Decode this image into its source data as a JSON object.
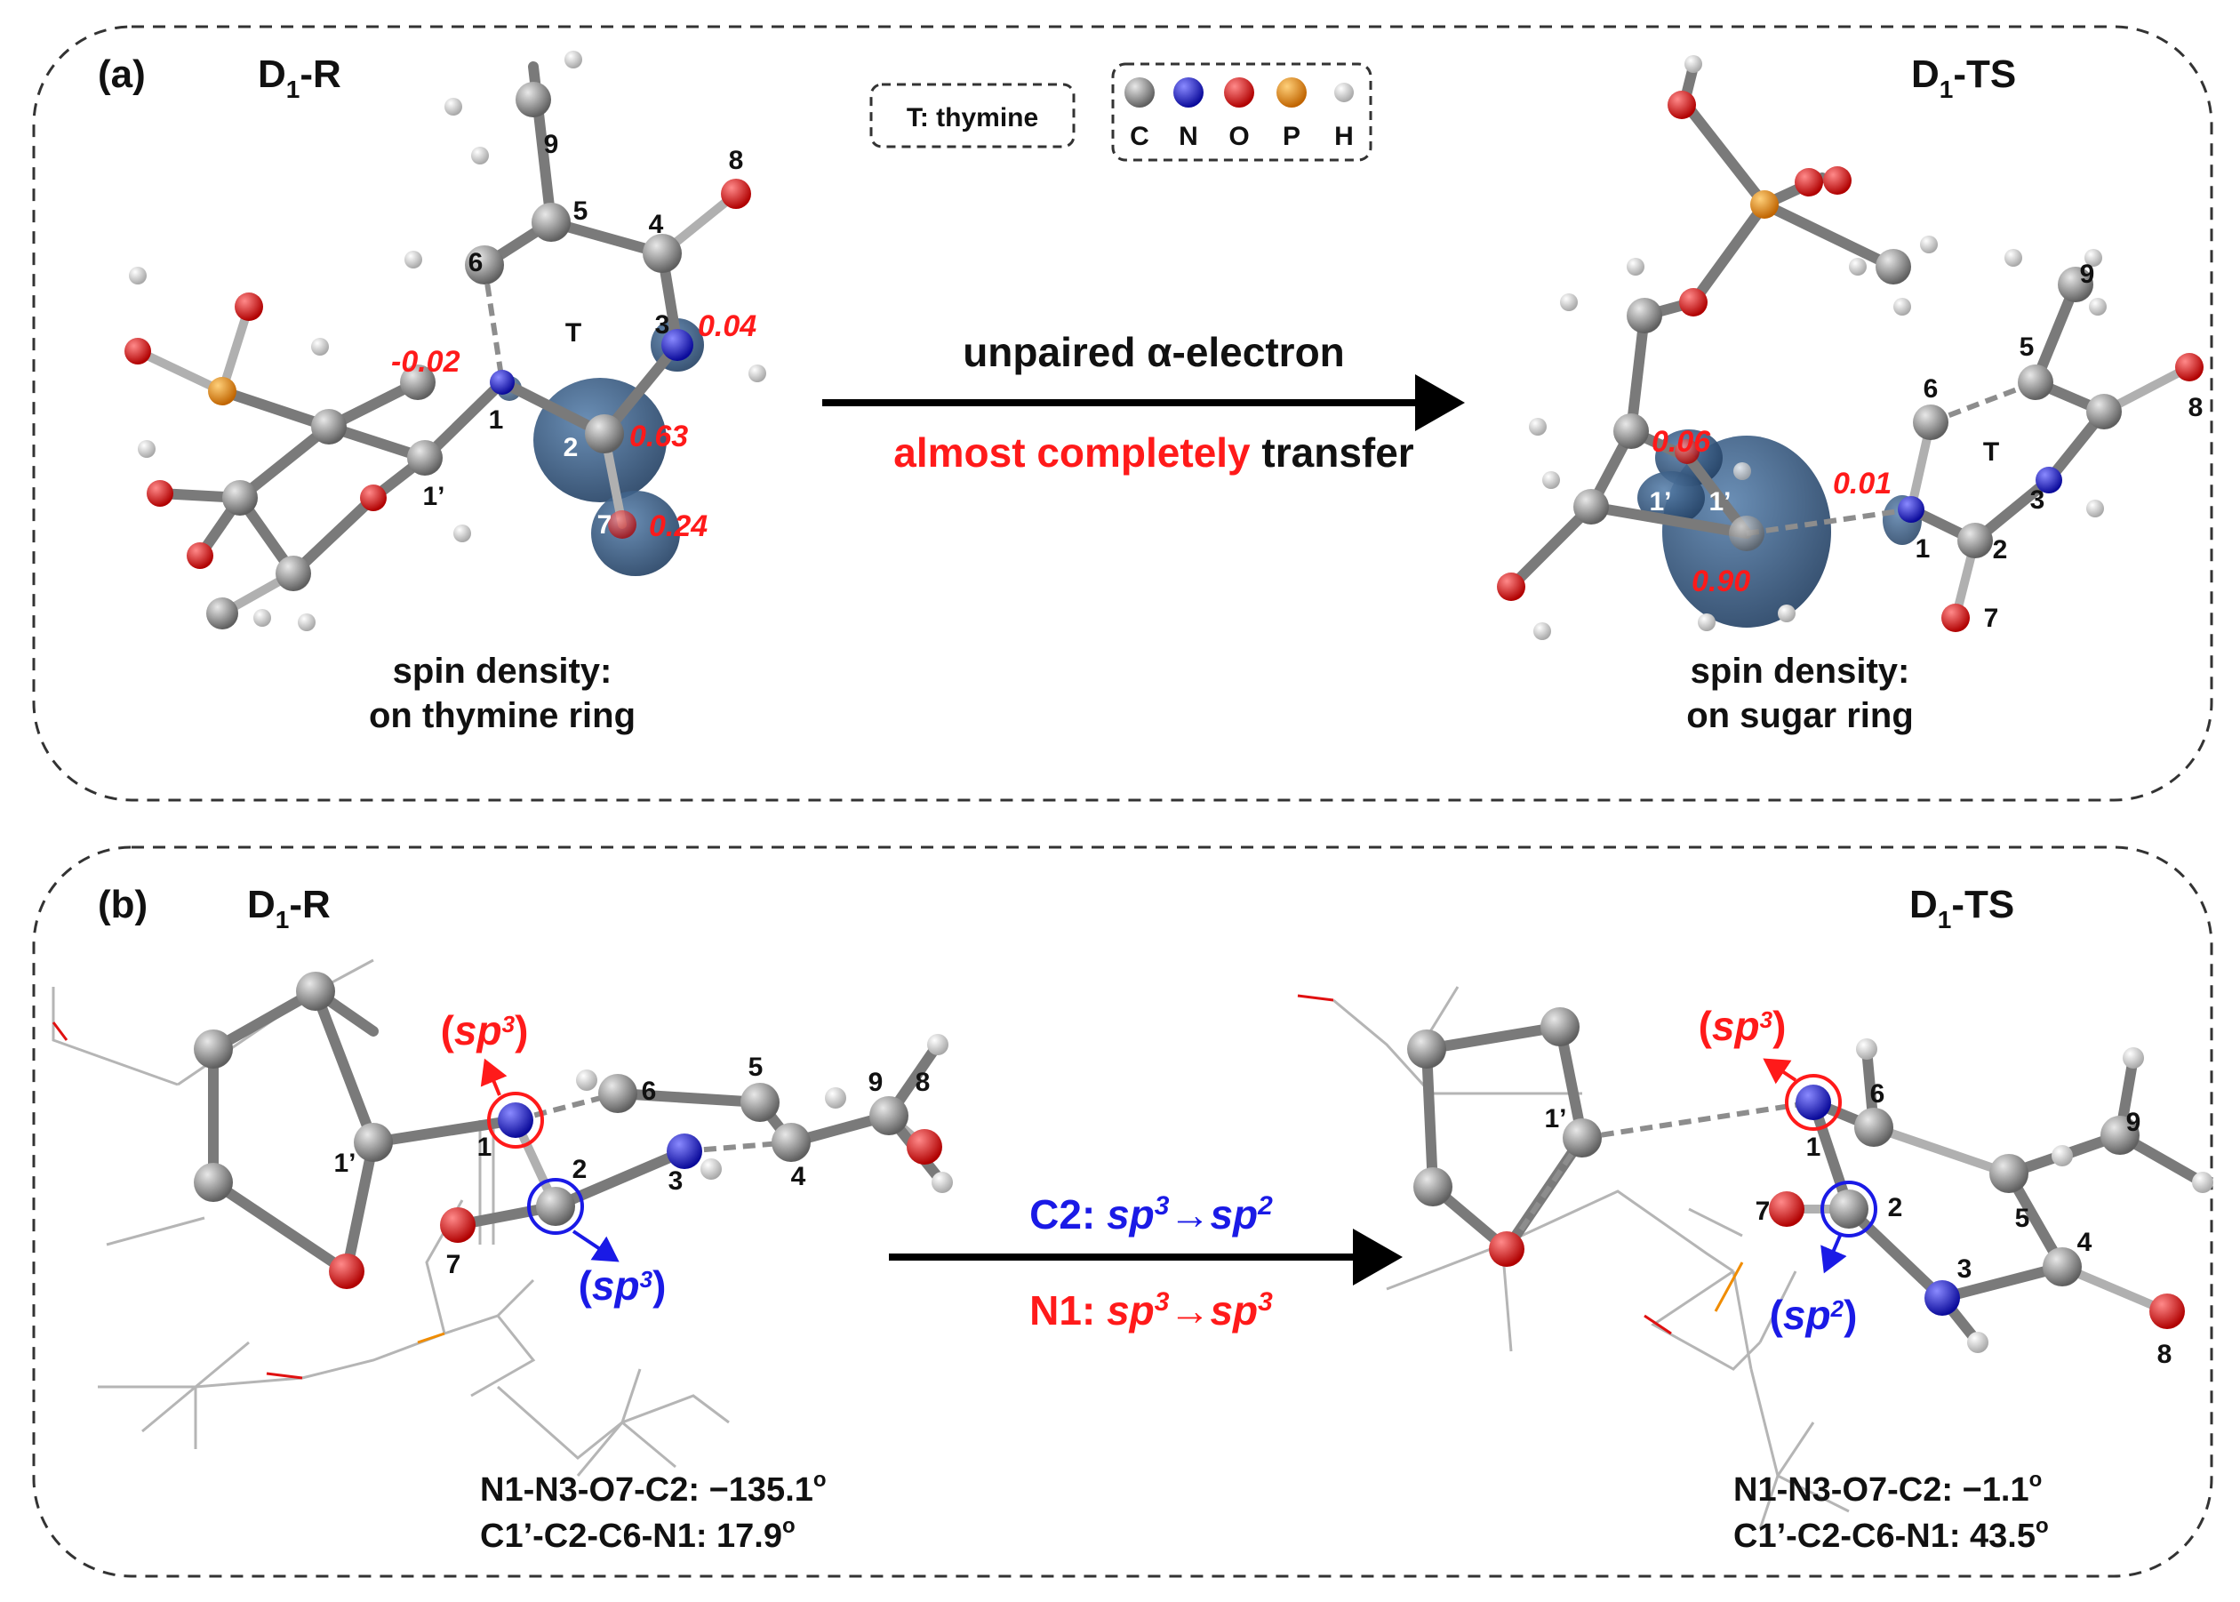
{
  "colors": {
    "C": "#8c8c8c",
    "N": "#1a1ad6",
    "O": "#e01010",
    "P": "#f08c00",
    "H": "#e6e6e6",
    "spin": "#2f5680",
    "red_text": "#ff1a1a",
    "blue_text": "#1a1ae6"
  },
  "panel_a": {
    "tag": "(a)",
    "reactant_label": "D",
    "reactant_sub": "1",
    "reactant_suffix": "-R",
    "ts_label": "D",
    "ts_sub": "1",
    "ts_suffix": "-TS",
    "legend_thymine": "T: thymine",
    "legend_atoms": [
      "C",
      "N",
      "O",
      "P",
      "H"
    ],
    "arrow_top": "unpaired α-electron",
    "arrow_bottom_red": "almost completely",
    "arrow_bottom_black": " transfer",
    "reactant_spin_values": [
      "-0.02",
      "0.04",
      "0.63",
      "0.24"
    ],
    "ts_spin_values": [
      "0.06",
      "0.01",
      "0.90"
    ],
    "reactant_caption": [
      "spin density:",
      "on thymine ring"
    ],
    "ts_caption": [
      "spin density:",
      "on sugar ring"
    ],
    "reactant_atom_numbers": [
      "9",
      "8",
      "5",
      "4",
      "6",
      "3",
      "T",
      "1",
      "2",
      "1’",
      "7"
    ],
    "ts_atom_numbers": [
      "9",
      "5",
      "6",
      "8",
      "T",
      "3",
      "1’",
      "1’",
      "1",
      "2",
      "7"
    ]
  },
  "panel_b": {
    "tag": "(b)",
    "reactant_label": "D",
    "reactant_sub": "1",
    "reactant_suffix": "-R",
    "ts_label": "D",
    "ts_sub": "1",
    "ts_suffix": "-TS",
    "reactant_hyb_n1": "sp",
    "reactant_hyb_n1_exp": "3",
    "reactant_hyb_c2": "sp",
    "reactant_hyb_c2_exp": "3",
    "ts_hyb_n1": "sp",
    "ts_hyb_n1_exp": "3",
    "ts_hyb_c2": "sp",
    "ts_hyb_c2_exp": "2",
    "arrow_top_prefix": "C2: ",
    "arrow_top_a": "sp",
    "arrow_top_a_exp": "3",
    "arrow_top_b": "sp",
    "arrow_top_b_exp": "2",
    "arrow_bottom_prefix": "N1: ",
    "arrow_bottom_a": "sp",
    "arrow_bottom_a_exp": "3",
    "arrow_bottom_b": "sp",
    "arrow_bottom_b_exp": "3",
    "reactant_dihedrals": [
      "N1-N3-O7-C2: −135.1",
      "C1’-C2-C6-N1: 17.9"
    ],
    "ts_dihedrals": [
      "N1-N3-O7-C2: −1.1",
      "C1’-C2-C6-N1: 43.5"
    ],
    "degree": "o",
    "reactant_atom_numbers": [
      "9",
      "8",
      "6",
      "5",
      "1",
      "2",
      "3",
      "4",
      "1’",
      "7"
    ],
    "ts_atom_numbers": [
      "1’",
      "6",
      "1",
      "9",
      "5",
      "7",
      "2",
      "4",
      "3",
      "8"
    ]
  }
}
